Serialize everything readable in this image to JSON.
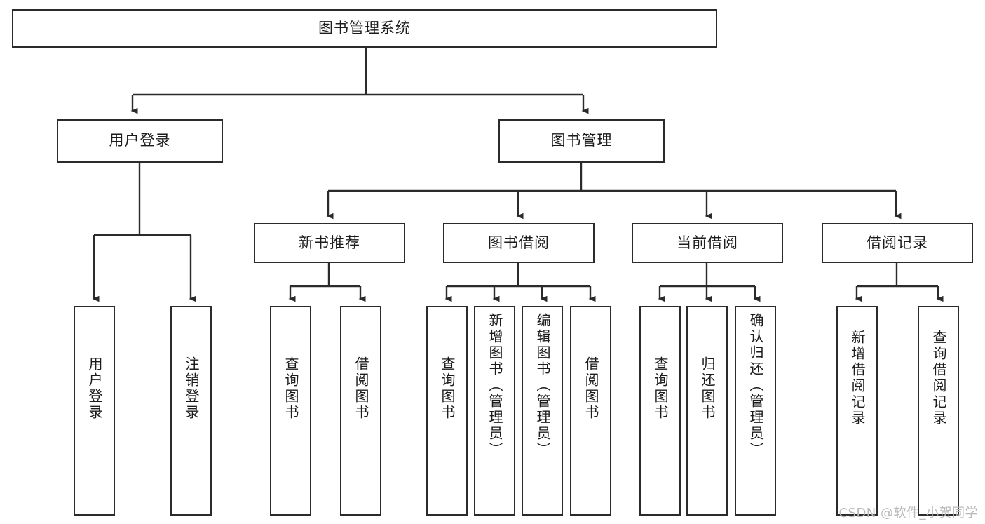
{
  "diagram": {
    "type": "tree-hierarchy",
    "title": "图书管理系统",
    "root": {
      "id": "root",
      "label": "图书管理系统",
      "orientation": "horizontal"
    },
    "level2": [
      {
        "id": "user-login",
        "label": "用户登录",
        "orientation": "horizontal"
      },
      {
        "id": "book-management",
        "label": "图书管理",
        "orientation": "horizontal"
      }
    ],
    "level3": [
      {
        "id": "new-book-recommend",
        "label": "新书推荐",
        "orientation": "horizontal",
        "parent": "book-management"
      },
      {
        "id": "book-borrow",
        "label": "图书借阅",
        "orientation": "horizontal",
        "parent": "book-management"
      },
      {
        "id": "current-borrow",
        "label": "当前借阅",
        "orientation": "horizontal",
        "parent": "book-management"
      },
      {
        "id": "borrow-record",
        "label": "借阅记录",
        "orientation": "horizontal",
        "parent": "book-management"
      }
    ],
    "leaves": [
      {
        "id": "leaf-user-login",
        "label": "用户登录",
        "parent": "user-login",
        "orientation": "vertical"
      },
      {
        "id": "leaf-logout-login",
        "label": "注销登录",
        "parent": "user-login",
        "orientation": "vertical"
      },
      {
        "id": "leaf-query-book-1",
        "label": "查询图书",
        "parent": "new-book-recommend",
        "orientation": "vertical"
      },
      {
        "id": "leaf-borrow-book-1",
        "label": "借阅图书",
        "parent": "new-book-recommend",
        "orientation": "vertical"
      },
      {
        "id": "leaf-query-book-2",
        "label": "查询图书",
        "parent": "book-borrow",
        "orientation": "vertical"
      },
      {
        "id": "leaf-add-book",
        "label": "新增图书（管理员）",
        "parent": "book-borrow",
        "orientation": "vertical"
      },
      {
        "id": "leaf-edit-book",
        "label": "编辑图书（管理员）",
        "parent": "book-borrow",
        "orientation": "vertical"
      },
      {
        "id": "leaf-borrow-book-2",
        "label": "借阅图书",
        "parent": "book-borrow",
        "orientation": "vertical"
      },
      {
        "id": "leaf-query-book-3",
        "label": "查询图书",
        "parent": "current-borrow",
        "orientation": "vertical"
      },
      {
        "id": "leaf-return-book",
        "label": "归还图书",
        "parent": "current-borrow",
        "orientation": "vertical"
      },
      {
        "id": "leaf-confirm-return",
        "label": "确认归还（管理员）",
        "parent": "current-borrow",
        "orientation": "vertical"
      },
      {
        "id": "leaf-add-record",
        "label": "新增借阅记录",
        "parent": "borrow-record",
        "orientation": "vertical"
      },
      {
        "id": "leaf-query-record",
        "label": "查询借阅记录",
        "parent": "borrow-record",
        "orientation": "vertical"
      }
    ]
  },
  "watermark": {
    "text": "CSDN @软件_小贺同学"
  },
  "colors": {
    "stroke": "#2b2b2b",
    "box_fill": "#ffffff",
    "text": "#1c1c1c",
    "watermark": "#b9b9b9",
    "background": "#ffffff"
  }
}
